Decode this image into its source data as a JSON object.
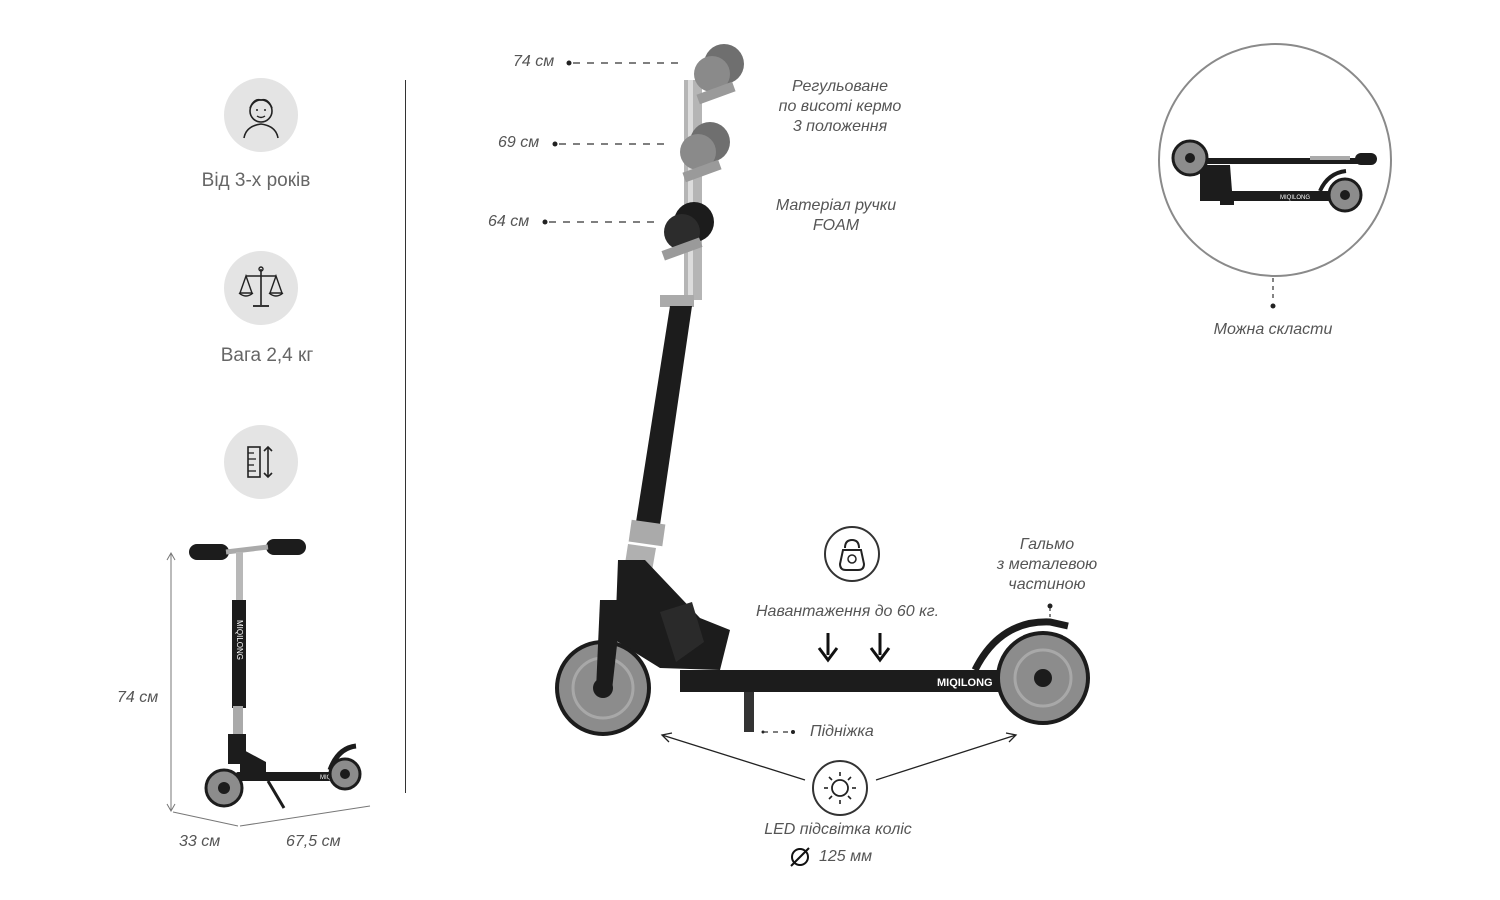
{
  "features": {
    "age_label": "Від 3-х років",
    "weight_label": "Вага 2,4 кг",
    "age_icon": "child-face-icon",
    "weight_icon": "scales-icon",
    "size_icon": "height-measure-icon"
  },
  "small_dimensions": {
    "height": "74 см",
    "width": "33 см",
    "length": "67,5 см"
  },
  "handlebar": {
    "positions": [
      "74 см",
      "69 см",
      "64 см"
    ],
    "adjustable_text": [
      "Регульоване",
      "по висоті кермо",
      "3 положення"
    ],
    "grip_material_text": [
      "Матеріал ручки",
      "FOAM"
    ]
  },
  "deck": {
    "brand": "MIQILONG",
    "load_text": "Навантаження до 60 кг.",
    "load_icon": "kettlebell-icon",
    "kickstand_text": "Підніжка",
    "brake_text": [
      "Гальмо",
      "з металевою",
      "частиною"
    ]
  },
  "wheels": {
    "led_text": "LED підсвітка коліс",
    "diameter_text": "125 мм",
    "led_icon": "sun-led-icon",
    "diameter_icon": "diameter-icon"
  },
  "folded": {
    "label": "Можна скласти"
  },
  "colors": {
    "frame": "#1c1c1c",
    "wheel": "#8c8c8c",
    "icon_bg": "#e4e4e4"
  }
}
